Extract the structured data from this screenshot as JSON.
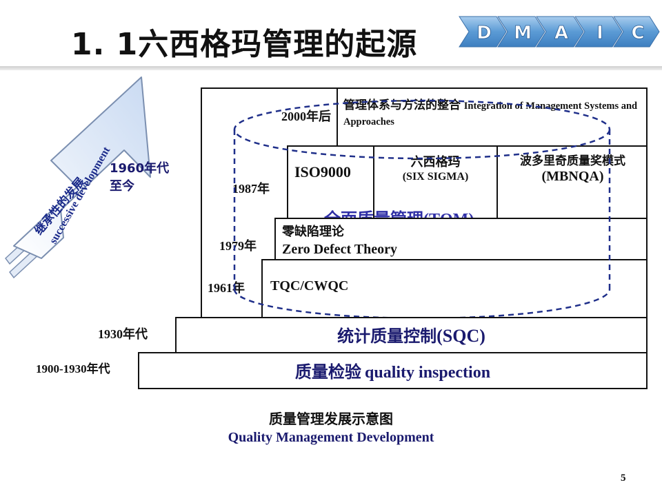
{
  "title": "1. 1六西格玛管理的起源",
  "nav": {
    "steps": [
      "D",
      "M",
      "A",
      "I",
      "C"
    ],
    "colors": {
      "fill": "#5b9bd5",
      "fill_light": "#9ec7ec",
      "text": "#ffffff"
    }
  },
  "arrow": {
    "label_cn": "继承性的发展",
    "label_en": "successive development",
    "colors": {
      "fill": "#dbe7f7",
      "stroke": "#7b8fb0",
      "text": "#1a2a8a"
    }
  },
  "layers": {
    "y2000": {
      "year": "2000年后",
      "cn": "管理体系与方法的整合",
      "en": "Integration of Management Systems and Approaches"
    },
    "y1960": {
      "label": "1960年代至今"
    },
    "y1987": {
      "year": "1987年",
      "iso": "ISO9000",
      "six_cn": "六西格玛",
      "six_en": "(SIX SIGMA)",
      "mbnqa_cn": "波多里奇质量奖模式",
      "mbnqa_en": "(MBNQA)"
    },
    "tqm": {
      "cn": "全面质量管理",
      "en": "(TQM)",
      "color": "#2f2fa6"
    },
    "y1979": {
      "year": "1979年",
      "cn": "零缺陷理论",
      "en": "Zero Defect Theory"
    },
    "y1961": {
      "year": "1961年",
      "text": "TQC/CWQC"
    },
    "y1930": {
      "year": "1930年代",
      "cn": "统计质量控制",
      "en": "(SQC)"
    },
    "y1900": {
      "year": "1900-1930年代",
      "cn": "质量检验",
      "en": "quality inspection"
    }
  },
  "caption": {
    "cn": "质量管理发展示意图",
    "en": "Quality Management Development"
  },
  "page_number": "5"
}
